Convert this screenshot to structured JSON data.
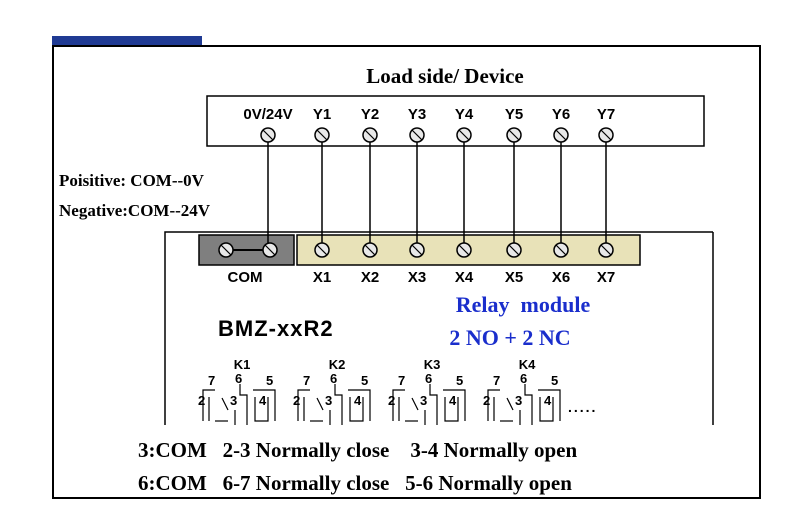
{
  "header": {
    "title": "Load side/ Device"
  },
  "load_side": {
    "terminals": [
      "0V/24V",
      "Y1",
      "Y2",
      "Y3",
      "Y4",
      "Y5",
      "Y6",
      "Y7"
    ]
  },
  "polarity": {
    "positive": "Poisitive: COM--0V",
    "negative": "Negative:COM--24V"
  },
  "module": {
    "com_label": "COM",
    "terminals": [
      "X1",
      "X2",
      "X3",
      "X4",
      "X5",
      "X6",
      "X7"
    ],
    "model": "BMZ-xxR2",
    "type_line1": "Relay  module",
    "type_line2": "2 NO + 2 NC",
    "relays": [
      {
        "name": "K1",
        "pins": [
          "7",
          "6",
          "5",
          "2",
          "3",
          "4"
        ]
      },
      {
        "name": "K2",
        "pins": [
          "7",
          "6",
          "5",
          "2",
          "3",
          "4"
        ]
      },
      {
        "name": "K3",
        "pins": [
          "7",
          "6",
          "5",
          "2",
          "3",
          "4"
        ]
      },
      {
        "name": "K4",
        "pins": [
          "7",
          "6",
          "5",
          "2",
          "3",
          "4"
        ]
      }
    ],
    "ellipsis": "....."
  },
  "legend": {
    "line1": "3:COM   2-3 Normally close    3-4 Normally open",
    "line2": "6:COM   6-7 Normally close   5-6 Normally open"
  },
  "colors": {
    "accent_bar": "#1f3a93",
    "terminal_strip": "#e8e2b8",
    "com_block": "#7f7f7f",
    "module_text": "#1a2ecc"
  }
}
